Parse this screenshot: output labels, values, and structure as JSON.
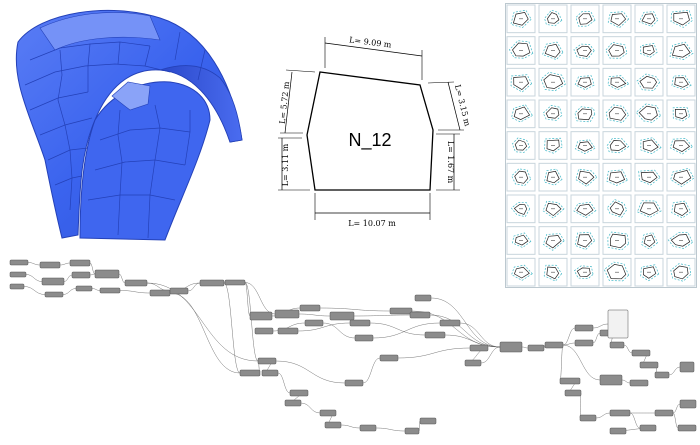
{
  "panel": {
    "name": "N_12",
    "dims": {
      "top": "L= 9.09 m",
      "left_upper": "L= 5.72 m",
      "left_lower": "L= 3.11 m",
      "right_upper": "L= 3.15 m",
      "right_lower": "L= 1.67 m",
      "bottom": "L= 10.07 m"
    }
  },
  "grid": {
    "rows": 9,
    "cols": 6
  },
  "colors": {
    "shell": "#3a63ee",
    "shell_dark": "#2a48c9",
    "panel_outline": "#000000",
    "grid_accent": "#3fb7c7",
    "node_fill": "#8c8c8c",
    "wire": "#555555"
  }
}
